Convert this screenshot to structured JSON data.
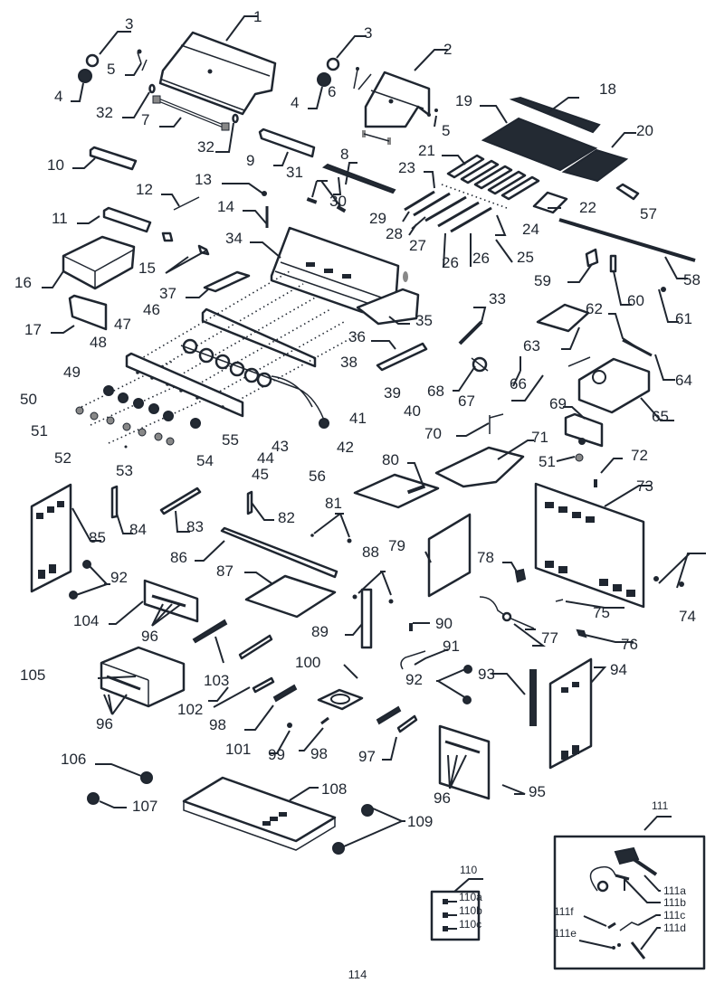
{
  "document": {
    "type": "exploded-parts-diagram",
    "page_number": "114"
  },
  "callouts": [
    {
      "id": "1",
      "label": "1"
    },
    {
      "id": "2",
      "label": "2"
    },
    {
      "id": "3a",
      "label": "3"
    },
    {
      "id": "3b",
      "label": "3"
    },
    {
      "id": "4a",
      "label": "4"
    },
    {
      "id": "4b",
      "label": "4"
    },
    {
      "id": "5a",
      "label": "5"
    },
    {
      "id": "5b",
      "label": "5"
    },
    {
      "id": "6",
      "label": "6"
    },
    {
      "id": "7",
      "label": "7"
    },
    {
      "id": "8",
      "label": "8"
    },
    {
      "id": "9",
      "label": "9"
    },
    {
      "id": "10",
      "label": "10"
    },
    {
      "id": "11",
      "label": "11"
    },
    {
      "id": "12",
      "label": "12"
    },
    {
      "id": "13",
      "label": "13"
    },
    {
      "id": "14",
      "label": "14"
    },
    {
      "id": "15",
      "label": "15"
    },
    {
      "id": "16",
      "label": "16"
    },
    {
      "id": "17",
      "label": "17"
    },
    {
      "id": "18",
      "label": "18"
    },
    {
      "id": "19",
      "label": "19"
    },
    {
      "id": "20",
      "label": "20"
    },
    {
      "id": "21",
      "label": "21"
    },
    {
      "id": "22",
      "label": "22"
    },
    {
      "id": "23",
      "label": "23"
    },
    {
      "id": "24",
      "label": "24"
    },
    {
      "id": "25",
      "label": "25"
    },
    {
      "id": "26a",
      "label": "26"
    },
    {
      "id": "26b",
      "label": "26"
    },
    {
      "id": "27",
      "label": "27"
    },
    {
      "id": "28",
      "label": "28"
    },
    {
      "id": "29",
      "label": "29"
    },
    {
      "id": "30",
      "label": "30"
    },
    {
      "id": "31",
      "label": "31"
    },
    {
      "id": "32a",
      "label": "32"
    },
    {
      "id": "32b",
      "label": "32"
    },
    {
      "id": "33",
      "label": "33"
    },
    {
      "id": "34",
      "label": "34"
    },
    {
      "id": "35",
      "label": "35"
    },
    {
      "id": "36",
      "label": "36"
    },
    {
      "id": "37",
      "label": "37"
    },
    {
      "id": "38",
      "label": "38"
    },
    {
      "id": "39",
      "label": "39"
    },
    {
      "id": "40",
      "label": "40"
    },
    {
      "id": "41",
      "label": "41"
    },
    {
      "id": "42",
      "label": "42"
    },
    {
      "id": "43",
      "label": "43"
    },
    {
      "id": "44",
      "label": "44"
    },
    {
      "id": "45",
      "label": "45"
    },
    {
      "id": "46",
      "label": "46"
    },
    {
      "id": "47",
      "label": "47"
    },
    {
      "id": "48",
      "label": "48"
    },
    {
      "id": "49",
      "label": "49"
    },
    {
      "id": "50",
      "label": "50"
    },
    {
      "id": "51a",
      "label": "51"
    },
    {
      "id": "51b",
      "label": "51"
    },
    {
      "id": "52",
      "label": "52"
    },
    {
      "id": "53",
      "label": "53"
    },
    {
      "id": "54",
      "label": "54"
    },
    {
      "id": "55",
      "label": "55"
    },
    {
      "id": "56",
      "label": "56"
    },
    {
      "id": "57",
      "label": "57"
    },
    {
      "id": "58",
      "label": "58"
    },
    {
      "id": "59",
      "label": "59"
    },
    {
      "id": "60",
      "label": "60"
    },
    {
      "id": "61",
      "label": "61"
    },
    {
      "id": "62",
      "label": "62"
    },
    {
      "id": "63",
      "label": "63"
    },
    {
      "id": "64",
      "label": "64"
    },
    {
      "id": "65",
      "label": "65"
    },
    {
      "id": "66",
      "label": "66"
    },
    {
      "id": "67",
      "label": "67"
    },
    {
      "id": "68",
      "label": "68"
    },
    {
      "id": "69",
      "label": "69"
    },
    {
      "id": "70",
      "label": "70"
    },
    {
      "id": "71",
      "label": "71"
    },
    {
      "id": "72",
      "label": "72"
    },
    {
      "id": "73",
      "label": "73"
    },
    {
      "id": "74",
      "label": "74"
    },
    {
      "id": "75",
      "label": "75"
    },
    {
      "id": "76",
      "label": "76"
    },
    {
      "id": "77",
      "label": "77"
    },
    {
      "id": "78",
      "label": "78"
    },
    {
      "id": "79",
      "label": "79"
    },
    {
      "id": "80",
      "label": "80"
    },
    {
      "id": "81",
      "label": "81"
    },
    {
      "id": "82",
      "label": "82"
    },
    {
      "id": "83",
      "label": "83"
    },
    {
      "id": "84",
      "label": "84"
    },
    {
      "id": "85",
      "label": "85"
    },
    {
      "id": "86",
      "label": "86"
    },
    {
      "id": "87",
      "label": "87"
    },
    {
      "id": "88",
      "label": "88"
    },
    {
      "id": "89",
      "label": "89"
    },
    {
      "id": "90",
      "label": "90"
    },
    {
      "id": "91",
      "label": "91"
    },
    {
      "id": "92a",
      "label": "92"
    },
    {
      "id": "92b",
      "label": "92"
    },
    {
      "id": "93",
      "label": "93"
    },
    {
      "id": "94",
      "label": "94"
    },
    {
      "id": "95",
      "label": "95"
    },
    {
      "id": "96a",
      "label": "96"
    },
    {
      "id": "96b",
      "label": "96"
    },
    {
      "id": "96c",
      "label": "96"
    },
    {
      "id": "97",
      "label": "97"
    },
    {
      "id": "98a",
      "label": "98"
    },
    {
      "id": "98b",
      "label": "98"
    },
    {
      "id": "99",
      "label": "99"
    },
    {
      "id": "100",
      "label": "100"
    },
    {
      "id": "101",
      "label": "101"
    },
    {
      "id": "102",
      "label": "102"
    },
    {
      "id": "103",
      "label": "103"
    },
    {
      "id": "104",
      "label": "104"
    },
    {
      "id": "105",
      "label": "105"
    },
    {
      "id": "106",
      "label": "106"
    },
    {
      "id": "107",
      "label": "107"
    },
    {
      "id": "108",
      "label": "108"
    },
    {
      "id": "109",
      "label": "109"
    }
  ],
  "kit_110": {
    "title": "110",
    "items": [
      "110a",
      "110b",
      "110c"
    ]
  },
  "kit_111": {
    "title": "111",
    "items": [
      "111a",
      "111b",
      "111c",
      "111d",
      "111e",
      "111f"
    ]
  }
}
